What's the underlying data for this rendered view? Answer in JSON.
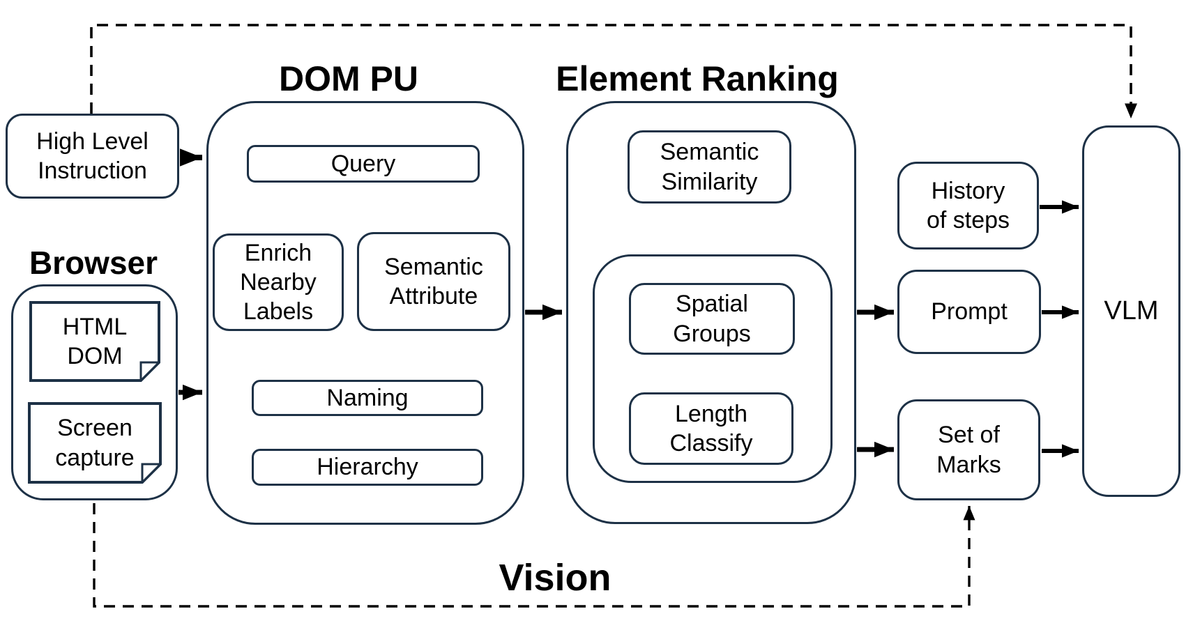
{
  "titles": {
    "dom_pu": "DOM PU",
    "element_ranking": "Element Ranking",
    "browser": "Browser",
    "vision": "Vision"
  },
  "nodes": {
    "high_level_instruction": "High Level\nInstruction",
    "html_dom": "HTML\nDOM",
    "screen_capture": "Screen\ncapture",
    "query": "Query",
    "enrich_nearby_labels": "Enrich\nNearby\nLabels",
    "semantic_attribute": "Semantic\nAttribute",
    "naming": "Naming",
    "hierarchy": "Hierarchy",
    "semantic_similarity": "Semantic\nSimilarity",
    "spatial_groups": "Spatial\nGroups",
    "length_classify": "Length\nClassify",
    "history_of_steps": "History\nof steps",
    "prompt": "Prompt",
    "set_of_marks": "Set of\nMarks",
    "vlm": "VLM"
  },
  "colors": {
    "box_border": "#1d3146",
    "arrow": "#000000",
    "text": "#000000",
    "background": "#ffffff"
  }
}
